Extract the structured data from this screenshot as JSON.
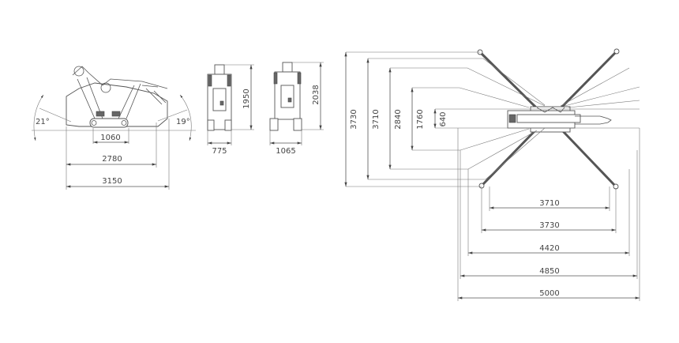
{
  "side_view": {
    "angle_left": "21°",
    "angle_right": "19°",
    "dim_track": "1060",
    "dim_outrigger": "2780",
    "dim_overall": "3150"
  },
  "front_view_narrow": {
    "height": "1950",
    "width": "775"
  },
  "front_view_wide": {
    "height": "2038",
    "width": "1065"
  },
  "top_view": {
    "vertical_dims": [
      "3730",
      "3710",
      "2840",
      "1760",
      "640"
    ],
    "horizontal_dims": [
      "3710",
      "3730",
      "4420",
      "4850",
      "5000"
    ]
  },
  "colors": {
    "line": "#555555",
    "background": "#ffffff"
  }
}
